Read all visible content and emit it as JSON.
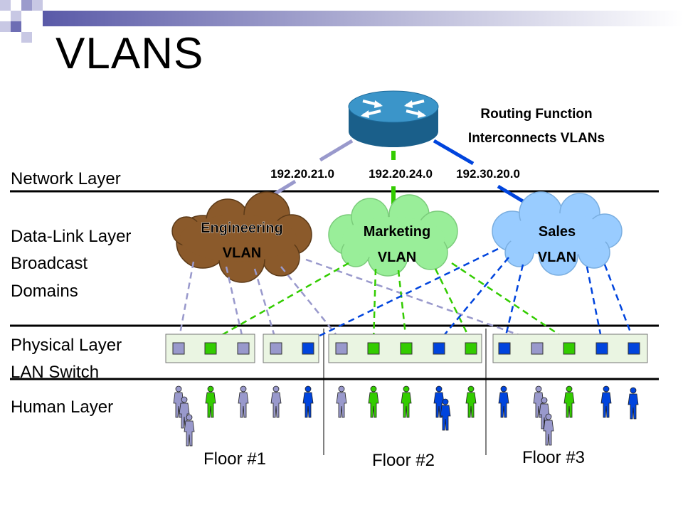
{
  "slide": {
    "title": "VLANS"
  },
  "router": {
    "caption_line1": "Routing Function",
    "caption_line2": "Interconnects VLANs"
  },
  "subnets": [
    "192.20.21.0",
    "192.20.24.0",
    "192.30.20.0"
  ],
  "layers": {
    "network": "Network Layer",
    "datalink_line1": "Data-Link Layer",
    "datalink_line2": "Broadcast",
    "datalink_line3": "Domains",
    "physical_line1": "Physical Layer",
    "physical_line2": "LAN Switch",
    "human": "Human Layer"
  },
  "vlans": [
    {
      "line1": "Engineering",
      "line2": "VLAN",
      "color": "#8b5a2b"
    },
    {
      "line1": "Marketing",
      "line2": "VLAN",
      "color": "#99ee99"
    },
    {
      "line1": "Sales",
      "line2": "VLAN",
      "color": "#99ccff"
    }
  ],
  "floors": [
    "Floor #1",
    "Floor #2",
    "Floor #3"
  ],
  "colors": {
    "engineering_port": "#9999cc",
    "marketing_port": "#33cc00",
    "sales_port": "#0044dd",
    "switch_fill": "#eaf5e2"
  }
}
